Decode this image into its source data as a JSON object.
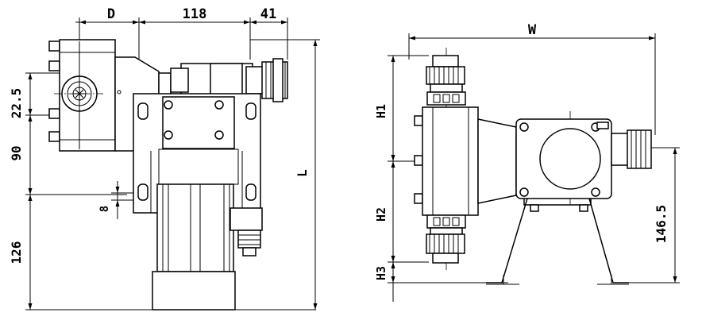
{
  "left_view": {
    "dim_top_d": "D",
    "dim_top_118": "118",
    "dim_top_41": "41",
    "dim_left_22_5": "22.5",
    "dim_left_90": "90",
    "dim_left_8": "8",
    "dim_left_126": "126",
    "dim_right_l": "L"
  },
  "right_view": {
    "dim_top_w": "W",
    "dim_left_h1": "H1",
    "dim_left_h2": "H2",
    "dim_left_h3": "H3",
    "dim_right_146_5": "146.5"
  }
}
